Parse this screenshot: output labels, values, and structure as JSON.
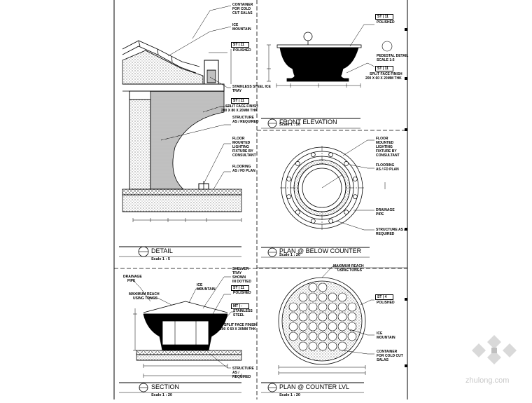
{
  "sheet": {
    "detail_a": {
      "labels": [
        "CONTAINER",
        "FOR COLD",
        "CUT SALAS",
        "ICE",
        "MOUNTAIN",
        "POLISHED",
        "STAINLESS STEEL ICE",
        "TRAY",
        "SPLIT FACE FINISH",
        "200 X 80 X 20MM THK",
        "STRUCTURE",
        "AS / REQUIRED",
        "FLOOR",
        "MOUNTED",
        "LIGHTING",
        "FIXTURE BY",
        "CONSULTANT",
        "FLOORING",
        "AS / FD PLAN"
      ],
      "tag1": "ST | 11",
      "tag2": "ST | 11",
      "title": "DETAIL",
      "scale": "Scale 1 : 5"
    },
    "front_elevation": {
      "labels": [
        "POLISHED",
        "PEDESTAL DETAIL",
        "SCALE 1:5",
        "SPLIT FACE FINISH",
        "200 X 60 X 20MM THK"
      ],
      "tag1": "ST | 11",
      "tag2": "ST | 11",
      "title": "FRONT ELEVATION",
      "scale": "Scale 1 : 20"
    },
    "plan_below": {
      "labels": [
        "FLOOR",
        "MOUNTED",
        "LIGHTING",
        "FIXTURE BY",
        "CONSULTANT",
        "FLOORING",
        "AS / FD PLAN",
        "DRAINAGE",
        "PIPE",
        "STRUCTURE AS /",
        "REQUIRED"
      ],
      "title": "PLAN @ BELOW COUNTER",
      "scale": "Scale 1 : 20"
    },
    "section": {
      "labels": [
        "DRAINAGE",
        "PIPE",
        "MAXIMUM REACH",
        "USING TONGS",
        "ICE",
        "MOUNTAIN",
        "SHELVER",
        "TRAY",
        "SHOWN",
        "IN DOTTED",
        "POLISHED",
        "STAINLESS",
        "STEEL",
        "SPLIT FACE FINISH",
        "200 X 60 X 20MM THK",
        "STRUCTURE",
        "AS /",
        "REQUIRED"
      ],
      "tag1": "ST | 11",
      "tag2": "MT | -",
      "title": "SECTION",
      "scale": "Scale 1 : 20"
    },
    "plan_counter": {
      "labels": [
        "MAXIMUM REACH",
        "USING TONGS",
        "POLISHED",
        "ICE",
        "MOUNTAIN",
        "CONTAINER",
        "FOR COLD CUT",
        "SALAS"
      ],
      "tag1": "ST | 4",
      "title": "PLAN @ COUNTER LVL",
      "scale": "Scale 1 : 20"
    },
    "watermark": "zhulong.com"
  }
}
